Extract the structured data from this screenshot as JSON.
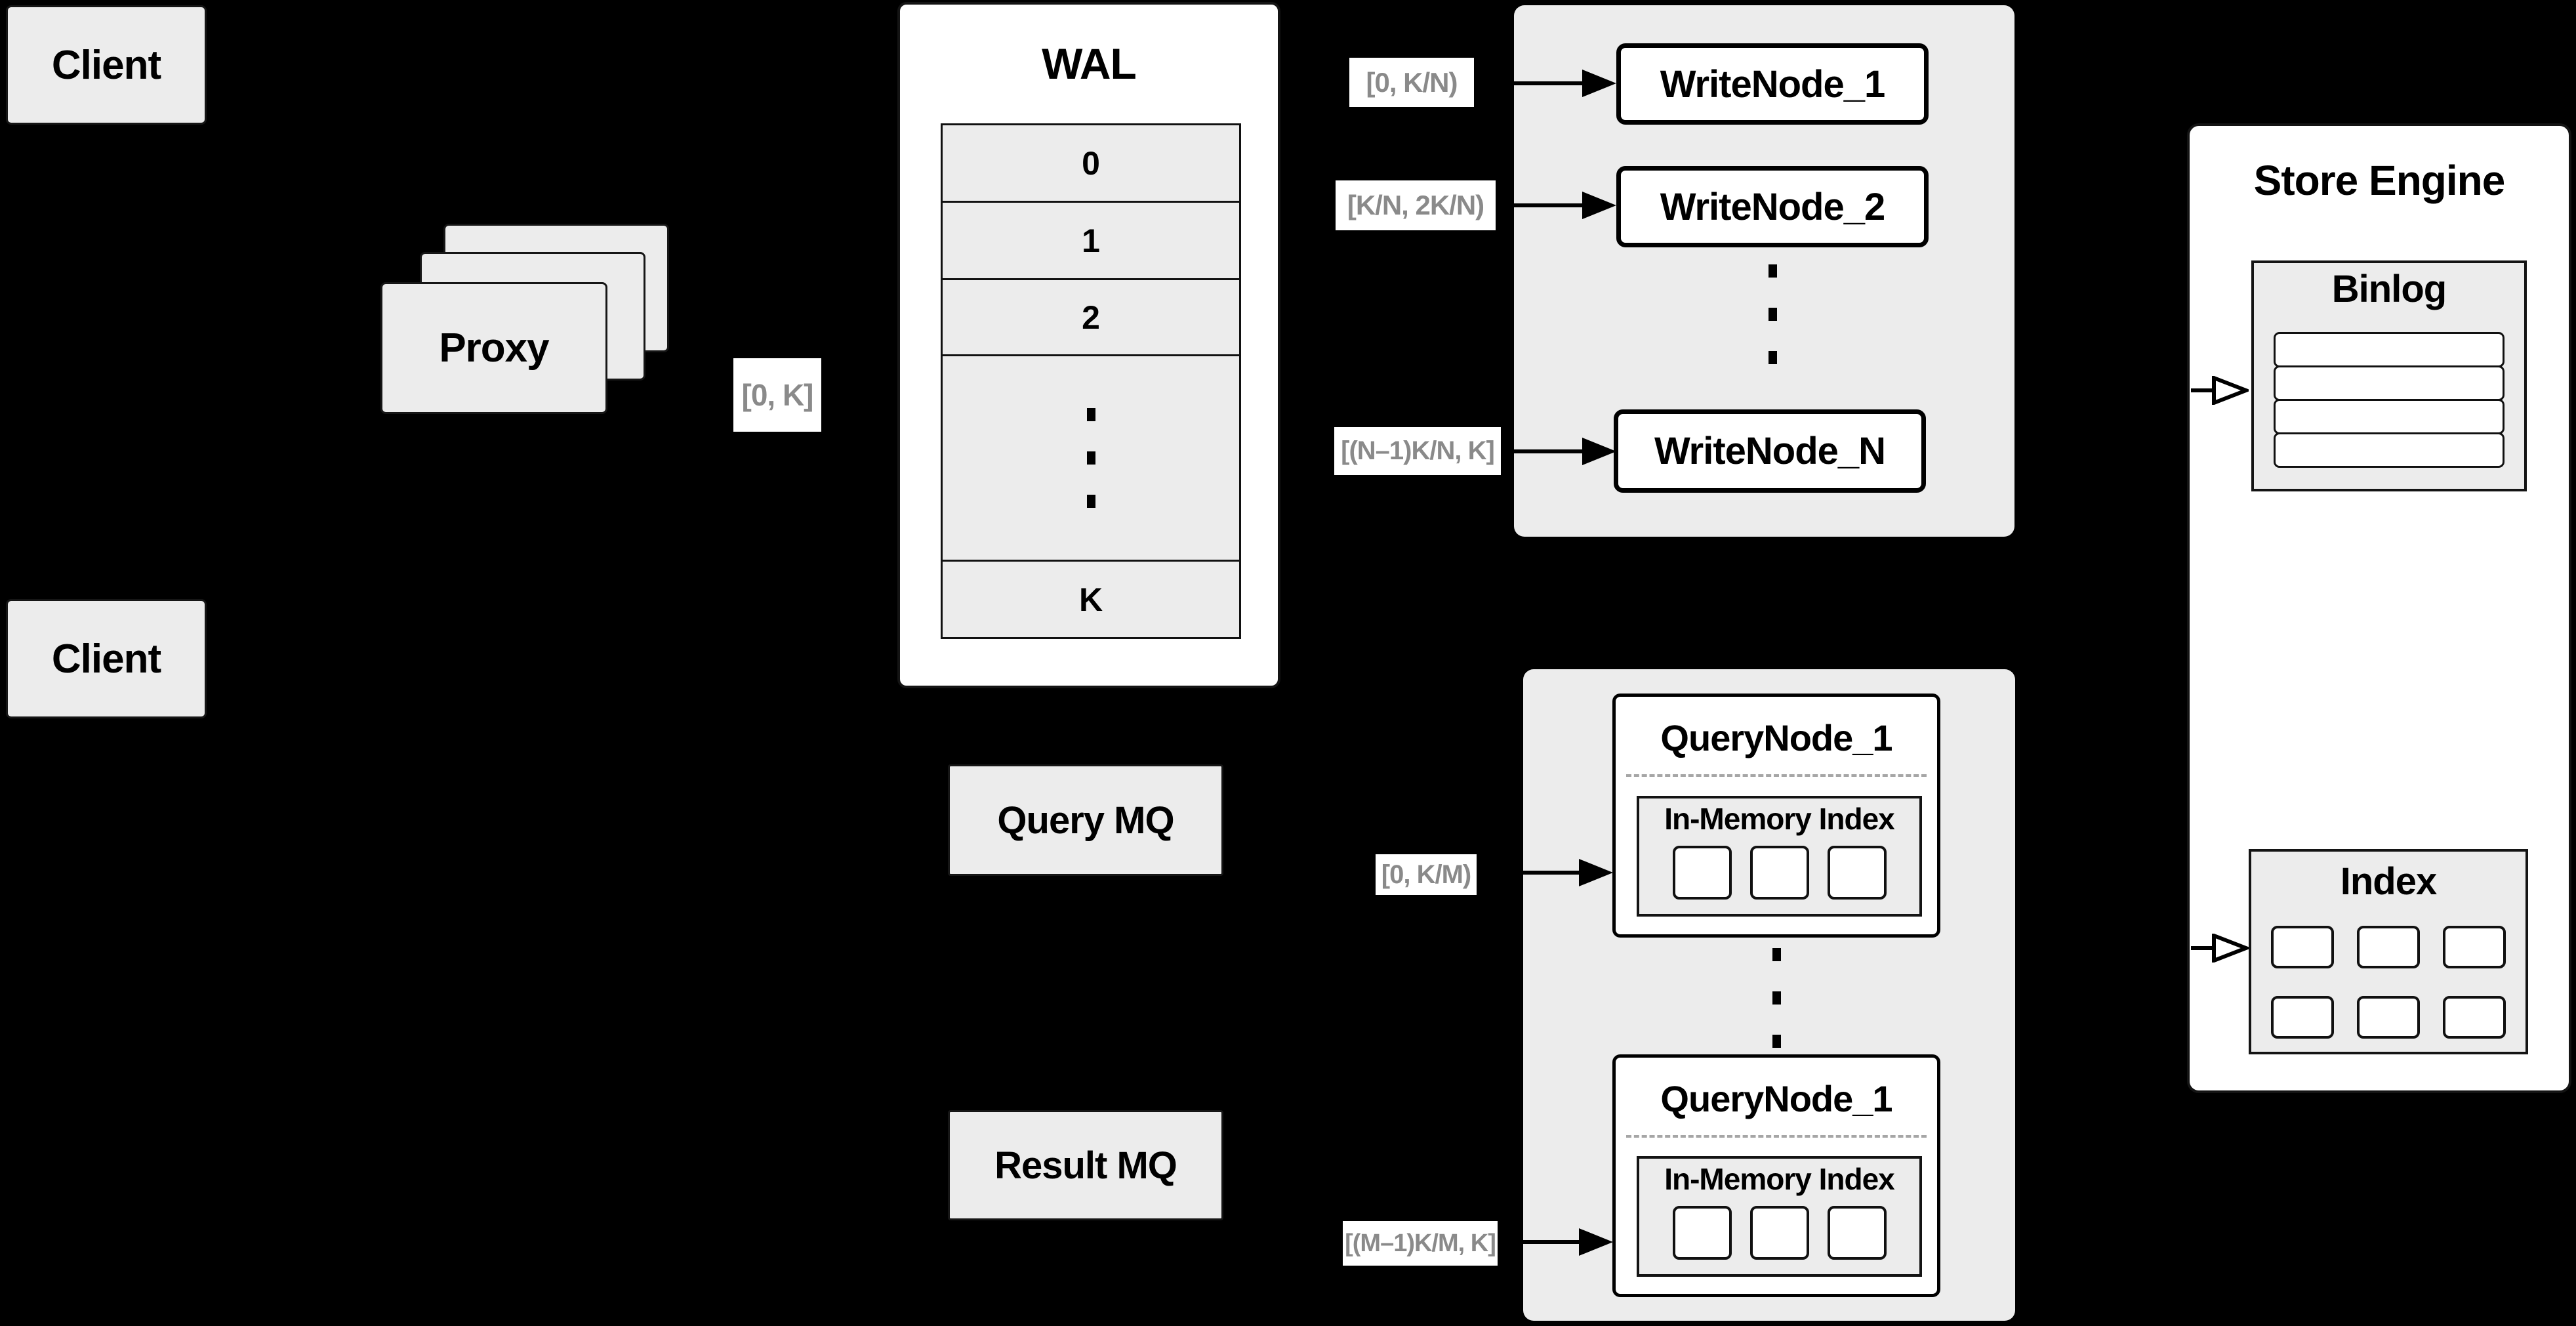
{
  "colors": {
    "background": "#000000",
    "panel_gray": "#ececec",
    "box_white": "#ffffff",
    "line_black": "#000000",
    "muted_label_gray": "#8a8a8a"
  },
  "clients": {
    "top": {
      "label": "Client"
    },
    "bottom": {
      "label": "Client"
    }
  },
  "proxy": {
    "label": "Proxy"
  },
  "labels": {
    "proxy_range": "[0, K]",
    "write_ranges": [
      "[0, K/N)",
      "[K/N, 2K/N)",
      "[(N–1)K/N, K]"
    ],
    "query_ranges": [
      "[0, K/M)",
      "[(M–1)K/M, K]"
    ]
  },
  "wal": {
    "title": "WAL",
    "segments": [
      "0",
      "1",
      "2"
    ],
    "last_segment": "K"
  },
  "write_cluster": {
    "nodes": [
      "WriteNode_1",
      "WriteNode_2",
      "WriteNode_N"
    ]
  },
  "mq": {
    "query": "Query MQ",
    "result": "Result MQ"
  },
  "query_cluster": {
    "nodes": [
      {
        "title": "QueryNode_1",
        "inner_title": "In-Memory Index"
      },
      {
        "title": "QueryNode_1",
        "inner_title": "In-Memory Index"
      }
    ]
  },
  "store_engine": {
    "title": "Store Engine",
    "binlog_title": "Binlog",
    "index_title": "Index"
  }
}
